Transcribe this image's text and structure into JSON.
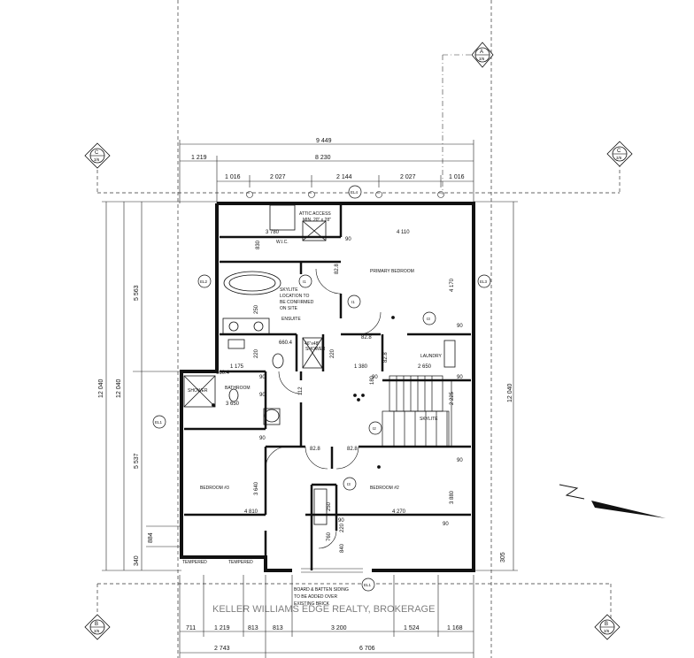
{
  "dimensions_top": {
    "overall": "9 449",
    "row2": [
      "1 219",
      "8 230"
    ],
    "row3": [
      "1 016",
      "2 027",
      "2 144",
      "2 027",
      "1 016"
    ]
  },
  "dimensions_bottom": {
    "row1": [
      "711",
      "1 219",
      "813",
      "813",
      "3 200",
      "1 524",
      "1 168"
    ],
    "row2": [
      "2 743",
      "6 706"
    ]
  },
  "dimensions_left": [
    "12 040",
    "12 040",
    "5 563",
    "5 537",
    "884",
    "340"
  ],
  "dimensions_right": [
    "12 040",
    "305"
  ],
  "interior_dims": [
    "3 780",
    "4 110",
    "830",
    "4 170",
    "90",
    "90",
    "250",
    "1 175",
    "220",
    "220",
    "1 380",
    "2 650",
    "90",
    "90",
    "90",
    "3 650",
    "90",
    "90",
    "2 225",
    "90",
    "3 640",
    "3 880",
    "4 810",
    "4 270",
    "90",
    "90",
    "250",
    "760",
    "220",
    "840",
    "82.8",
    "82.8",
    "82.8",
    "82.8",
    "82.8",
    "112",
    "660.4",
    "660.4",
    "180"
  ],
  "rooms": {
    "primary_bedroom": "PRIMARY BEDROOM",
    "wic": "W.I.C.",
    "ensuite": "ENSUITE",
    "laundry": "LAUNDRY",
    "bathroom": "BATHROOM",
    "bedroom3": "BEDROOM #3",
    "bedroom2": "BEDROOM #2",
    "shower": "SHOWER",
    "skylite": "SKYLITE"
  },
  "notes": {
    "attic_line1": "ATTIC ACCESS",
    "attic_line2": "MIN. 20\" x 28\"",
    "skylite_line1": "SKYLITE",
    "skylite_line2": "LOCATION TO",
    "skylite_line3": "BE CONFIRMED",
    "skylite_line4": "ON SITE",
    "shower_box_line1": "46\"x48\"",
    "shower_box_line2": "SHOWER",
    "board_line1": "BOARD & BATTEN SIDING",
    "board_line2": "TO BE ADDED OVER",
    "board_line3": "EXISTING BRICK",
    "tempered1": "TEMPERED",
    "tempered2": "TEMPERED"
  },
  "section_markers": [
    {
      "letter": "A",
      "sheet": "3/6"
    },
    {
      "letter": "C",
      "sheet": "3/6"
    },
    {
      "letter": "C",
      "sheet": "3/6"
    },
    {
      "letter": "B",
      "sheet": "3/6"
    },
    {
      "letter": "B",
      "sheet": "3/6"
    }
  ],
  "tags": [
    "EL2",
    "EL3",
    "EL1",
    "EL4",
    "EL1",
    "I1",
    "I1",
    "I3",
    "I2",
    "I3",
    "I1",
    "I1",
    "E1",
    "E1",
    "E1",
    "E1"
  ],
  "watermark": "KELLER WILLIAMS EDGE REALTY, BROKERAGE"
}
